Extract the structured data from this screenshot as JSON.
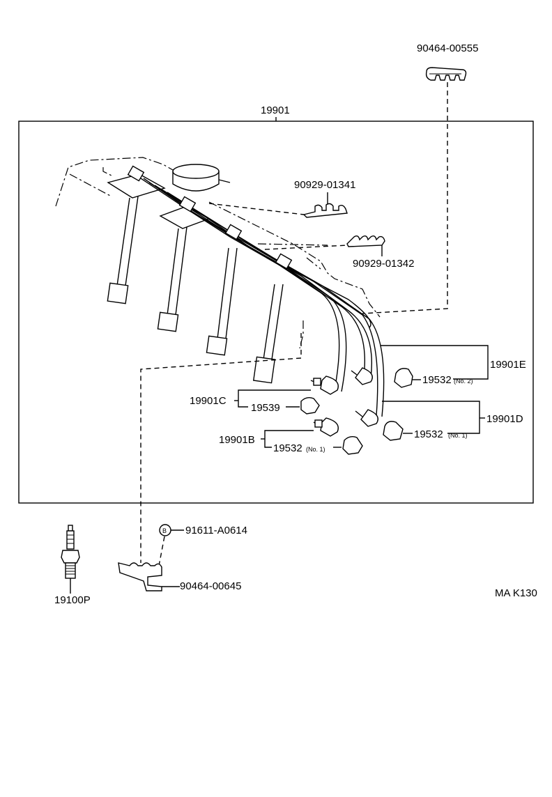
{
  "labels": {
    "clamp_top": "90464-00555",
    "assembly": "19901",
    "clamp_a": "90929-01341",
    "clamp_b": "90929-01342",
    "cord_e": "19901E",
    "cord_c": "19901C",
    "cord_d": "19901D",
    "cord_b": "19901B",
    "boot_e": "19532",
    "boot_e_note": "(No. 2)",
    "boot_c": "19539",
    "boot_d": "19532",
    "boot_d_note": "(No. 1)",
    "boot_b": "19532",
    "boot_b_note": "(No. 1)",
    "bolt": "91611-A0614",
    "bolt_mark": "B",
    "clamp_bottom": "90464-00645",
    "spark_plug": "19100P",
    "figure_code": "MA K130"
  }
}
